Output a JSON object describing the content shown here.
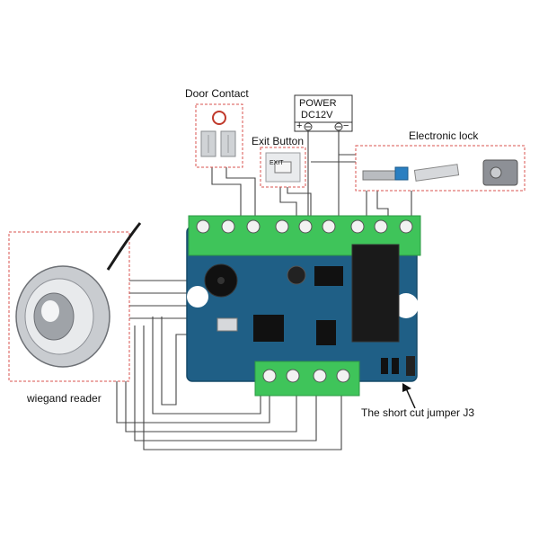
{
  "labels": {
    "door_contact": "Door Contact",
    "power_line1": "POWER",
    "power_line2": "DC12V",
    "power_plus": "+",
    "power_minus": "−",
    "exit_button": "Exit Button",
    "electronic_lock": "Electronic lock",
    "wiegand_reader": "wiegand reader",
    "jumper": "The short cut jumper J3",
    "exit_button_face": "EXIT"
  },
  "colors": {
    "pcb": "#1f5f86",
    "terminal": "#3fc45a",
    "relay": "#1a1a1a",
    "wire": "#444444",
    "dashed_border": "#d9534f",
    "reader_metal": "#c9ccd0"
  }
}
